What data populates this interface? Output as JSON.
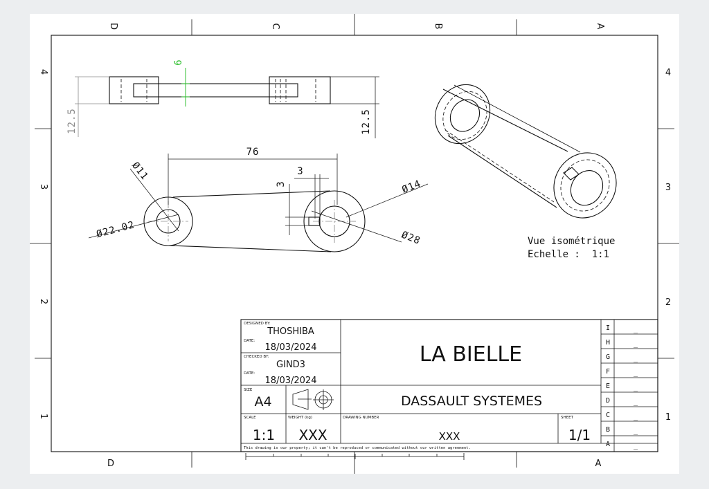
{
  "zones": {
    "top": [
      "D",
      "C",
      "B",
      "A"
    ],
    "bottom": [
      "D",
      "A"
    ],
    "rows": [
      "4",
      "3",
      "2",
      "1"
    ]
  },
  "dimensions": {
    "rib_thickness": "6",
    "height_left": "12.5",
    "height_right": "12.5",
    "center_distance": "76",
    "small_hole": "Ø11",
    "small_boss": "Ø22.02",
    "key_width": "3",
    "key_depth": "3",
    "big_hole": "Ø14",
    "big_boss": "Ø28"
  },
  "iso_view": {
    "label": "Vue isométrique",
    "scale": "Echelle :  1:1"
  },
  "title_block": {
    "designed_by_label": "DESIGNED BY:",
    "designed_by": "THOSHIBA",
    "date1_label": "DATE:",
    "date1": "18/03/2024",
    "checked_by_label": "CHECKED BY:",
    "checked_by": "GIND3",
    "date2_label": "DATE:",
    "date2": "18/03/2024",
    "title": "LA BIELLE",
    "size_label": "SIZE",
    "size": "A4",
    "company": "DASSAULT SYSTEMES",
    "scale_label": "SCALE",
    "scale": "1:1",
    "weight_label": "WEIGHT (kg)",
    "weight": "XXX",
    "drawing_number_label": "DRAWING NUMBER",
    "drawing_number": "XXX",
    "sheet_label": "SHEET",
    "sheet": "1/1",
    "disclaimer": "This drawing is our property; it can't be reproduced or communicated without our written agreement.",
    "revisions": [
      {
        "letter": "I",
        "value": "_"
      },
      {
        "letter": "H",
        "value": "_"
      },
      {
        "letter": "G",
        "value": "_"
      },
      {
        "letter": "F",
        "value": "_"
      },
      {
        "letter": "E",
        "value": "_"
      },
      {
        "letter": "D",
        "value": "_"
      },
      {
        "letter": "C",
        "value": "_"
      },
      {
        "letter": "B",
        "value": "_"
      },
      {
        "letter": "A",
        "value": "_"
      }
    ]
  },
  "colors": {
    "dimension_highlight": "#2fbf2f",
    "background": "#eceef0"
  }
}
